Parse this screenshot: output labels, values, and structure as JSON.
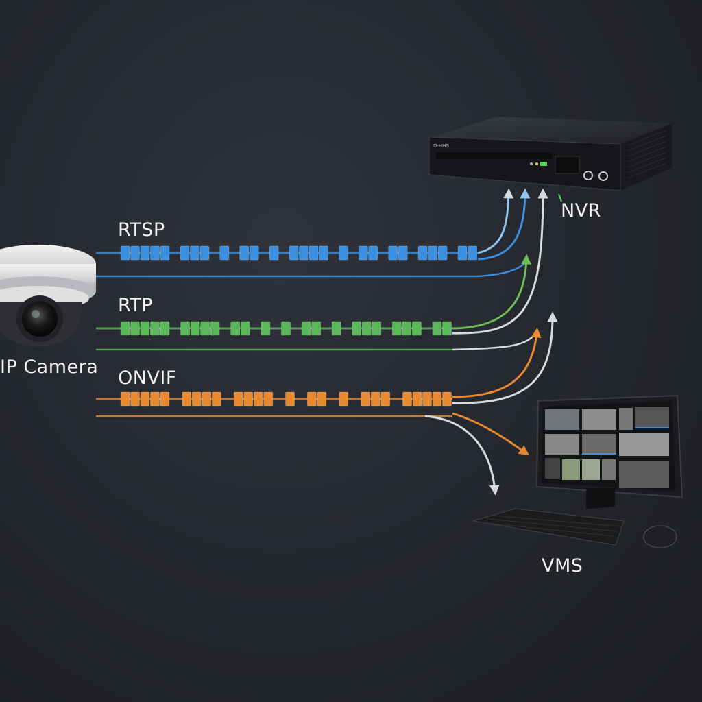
{
  "diagram": {
    "nodes": {
      "camera": {
        "label": "IP Camera",
        "icon": "dome-camera-icon"
      },
      "nvr": {
        "label": "NVR",
        "icon": "nvr-recorder-icon",
        "brand_text": "D-HHS"
      },
      "vms": {
        "label": "VMS",
        "icon": "workstation-monitor-icon"
      }
    },
    "streams": [
      {
        "label": "RTSP",
        "color": "#3b8fe0",
        "packet_groups": [
          5,
          3,
          1,
          2,
          1,
          4,
          1,
          2,
          2,
          3,
          2
        ],
        "targets": [
          "NVR",
          "NVR"
        ]
      },
      {
        "label": "RTP",
        "color": "#5bb85a",
        "packet_groups": [
          5,
          4,
          2,
          1,
          1,
          2,
          1,
          3,
          3,
          2
        ],
        "targets": [
          "NVR",
          "NVR"
        ]
      },
      {
        "label": "ONVIF",
        "color": "#e8892f",
        "packet_groups": [
          5,
          4,
          4,
          1,
          2,
          1,
          3,
          5
        ],
        "targets": [
          "NVR",
          "NVR",
          "VMS",
          "VMS"
        ]
      }
    ],
    "colors": {
      "background": "#25282e",
      "arrow_white": "#d8dadd",
      "arrow_light_blue": "#8ec4ef"
    }
  }
}
